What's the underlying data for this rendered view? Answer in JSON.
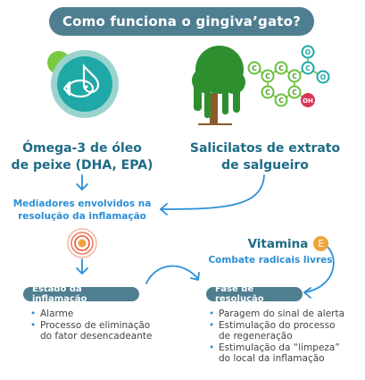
{
  "title": "Como funciona o gingiva’gato?",
  "left": {
    "title_line1": "Ómega-3 de óleo",
    "title_line2": "de peixe (DHA, EPA)"
  },
  "right": {
    "title_line1": "Salicilatos de extrato",
    "title_line2": "de salgueiro"
  },
  "mediators": {
    "line1": "Mediadores envolvidos na",
    "line2": "resolução da inflamação"
  },
  "vitamin": {
    "label": "Vitamina",
    "letter": "E",
    "subtitle": "Combate radicais livres"
  },
  "inflammation": {
    "label": "Estado da inflamação",
    "items": [
      "Alarme",
      "Processo de eliminação",
      "do fator desencadeante"
    ]
  },
  "resolution": {
    "label": "Fase de resolução",
    "items": [
      "Paragem do sinal de alerta",
      "Estimulação do processo",
      "de regeneração",
      "Estimulação da “limpeza”",
      "do local da inflamação"
    ]
  },
  "molecule": {
    "atom_c": "C",
    "atom_o": "O",
    "group_oh": "OH"
  },
  "colors": {
    "teal_dark": "#1e6b86",
    "teal_circle": "#1fa9a6",
    "green": "#2e8f2f",
    "blue": "#2b8fd6",
    "orange": "#f0a33a",
    "red": "#d6395b",
    "pill": "#4f7e91"
  }
}
